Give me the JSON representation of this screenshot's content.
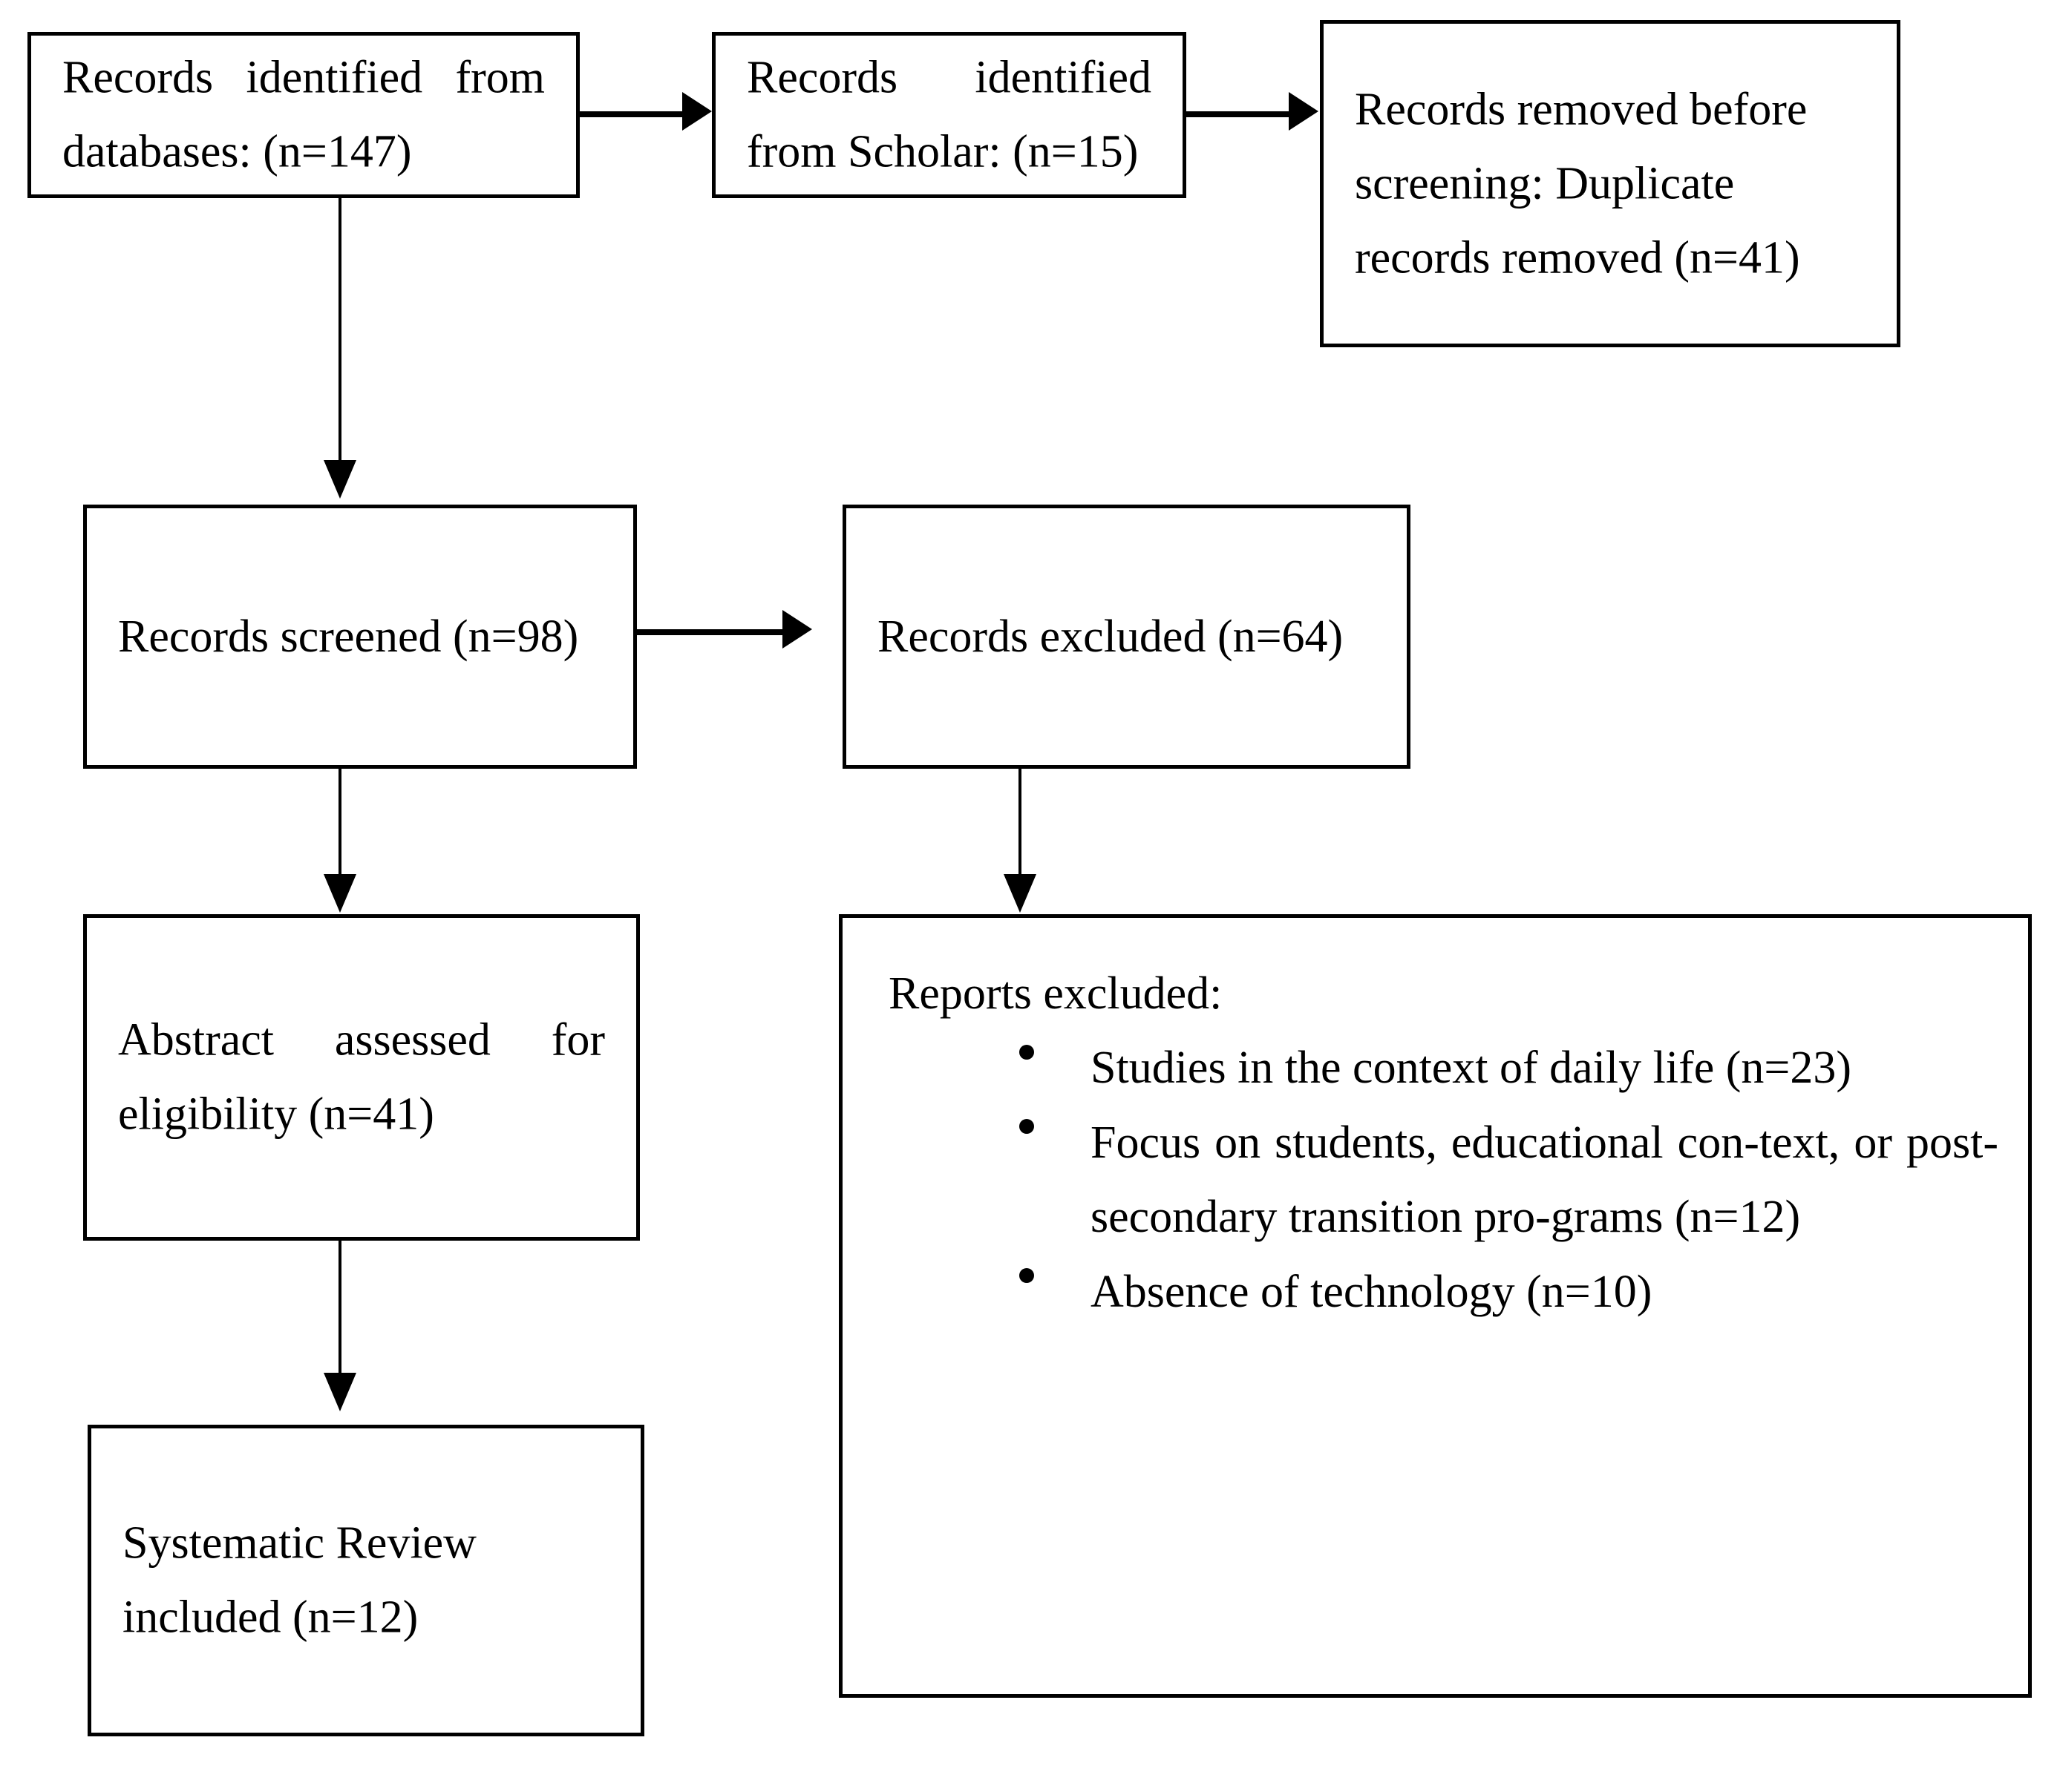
{
  "diagram": {
    "type": "PRISMA flow diagram",
    "nodes": {
      "identified_databases": "Records identified from databases: (n=147)",
      "identified_scholar": "Records identified from Scholar: (n=15)",
      "removed_before_screening": "Records removed before screening: Duplicate records removed (n=41)",
      "records_screened": "Records screened (n=98)",
      "records_excluded": "Records excluded (n=64)",
      "abstract_assessed": "Abstract assessed for eligibility (n=41)",
      "systematic_review_included": "Systematic Review included (n=12)",
      "reports_excluded_heading": "Reports excluded:",
      "reports_excluded_items": [
        "Studies in the context of daily life (n=23)",
        "Focus on students, educational con-text, or post-secondary transition pro-grams (n=12)",
        "Absence of technology (n=10)"
      ]
    },
    "counts": {
      "databases": 147,
      "scholar": 15,
      "duplicates_removed": 41,
      "screened": 98,
      "excluded": 64,
      "assessed": 41,
      "included": 12,
      "excl_daily_life": 23,
      "excl_students": 12,
      "excl_no_technology": 10
    },
    "colors": {
      "line": "#000000",
      "background": "#ffffff",
      "text": "#000000"
    }
  }
}
